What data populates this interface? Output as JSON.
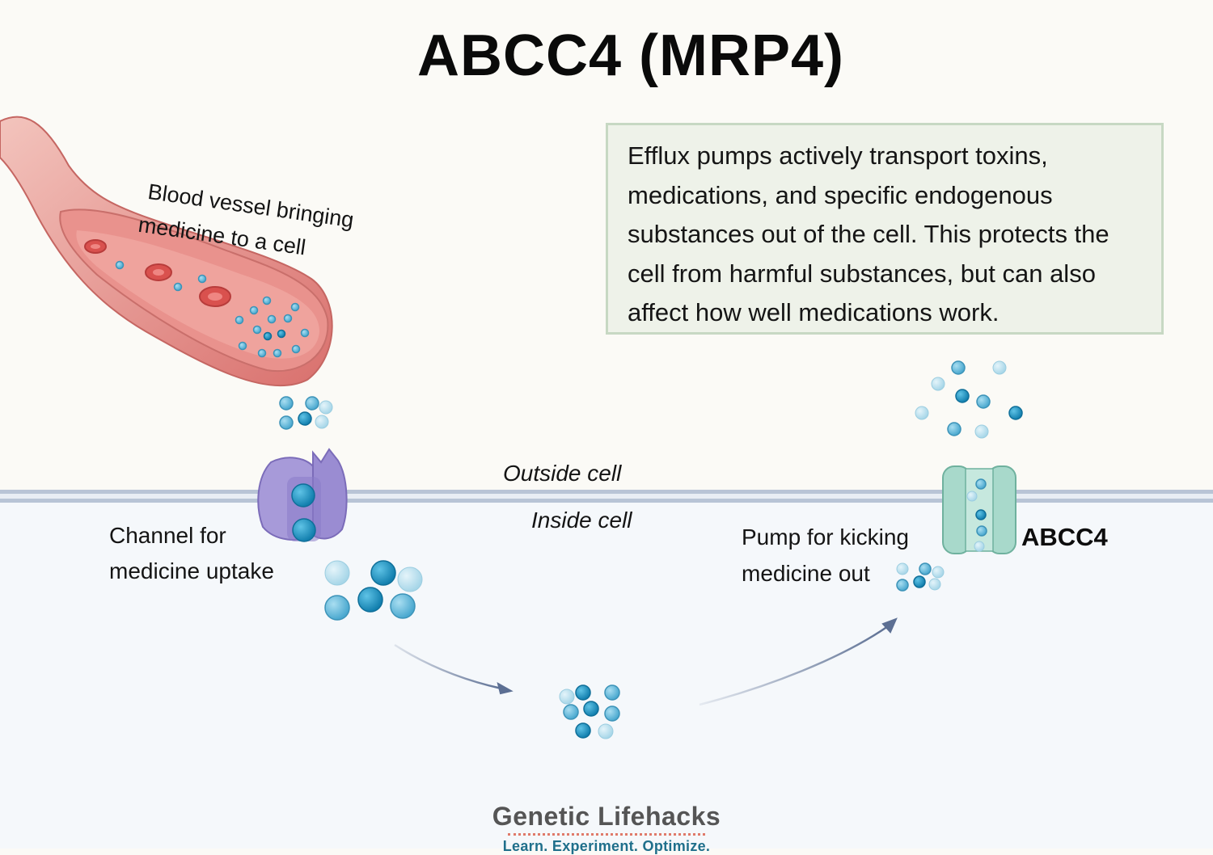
{
  "title": "ABCC4 (MRP4)",
  "info_box": {
    "lines": [
      "Efflux pumps actively transport toxins,",
      "medications, and specific endogenous",
      "substances out of the cell. This protects the",
      "cell from harmful substances, but can also",
      "affect how well medications work."
    ]
  },
  "labels": {
    "blood_vessel": [
      "Blood vessel bringing",
      "medicine to a cell"
    ],
    "outside_cell": "Outside cell",
    "inside_cell": "Inside cell",
    "channel": [
      "Channel for",
      "medicine uptake"
    ],
    "pump": [
      "Pump for kicking",
      "medicine out"
    ],
    "protein": "ABCC4"
  },
  "branding": {
    "name": "Genetic Lifehacks",
    "tagline": "Learn. Experiment. Optimize."
  },
  "colors": {
    "background": "#fbfaf6",
    "inside_cell": "#f5f8fb",
    "membrane": "#b8c4d6",
    "vessel": "#e3908b",
    "channel": "#a79ad9",
    "pump": "#a8d9cb",
    "molecule_dark": "#1b94c2",
    "molecule_light": "#a7dbee",
    "arrow": "#5c6f93"
  }
}
